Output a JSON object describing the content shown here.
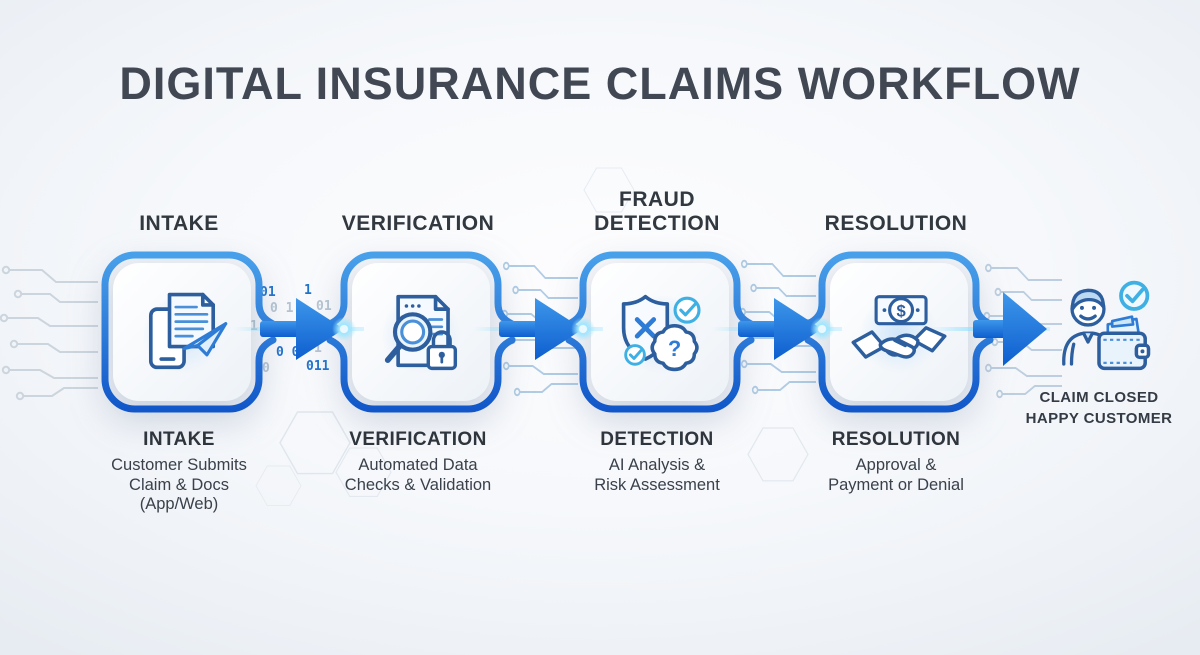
{
  "title": "DIGITAL INSURANCE CLAIMS WORKFLOW",
  "stages": [
    {
      "top_label": "INTAKE",
      "card_title": "INTAKE",
      "description": "Customer Submits\nClaim & Docs\n(App/Web)",
      "icon": "phone-document-send-icon"
    },
    {
      "top_label": "VERIFICATION",
      "card_title": "VERIFICATION",
      "description": "Automated Data\nChecks & Validation",
      "icon": "document-magnifier-lock-icon"
    },
    {
      "top_label": "FRAUD\nDETECTION",
      "card_title": "DETECTION",
      "description": "AI Analysis &\nRisk Assessment",
      "icon": "shield-x-brain-icon"
    },
    {
      "top_label": "RESOLUTION",
      "card_title": "RESOLUTION",
      "description": "Approval &\nPayment or Denial",
      "icon": "handshake-money-icon"
    }
  ],
  "outcome": {
    "label": "CLAIM CLOSED\nHAPPY CUSTOMER",
    "icon": "happy-customer-wallet-icon"
  },
  "icon_glyphs": {
    "brain_question": "?",
    "dollar_sign": "$"
  },
  "decor": {
    "binary": [
      "01",
      "1",
      "0 1",
      "01",
      "1 0",
      "(01",
      "0 0",
      "1",
      "011",
      "0"
    ]
  },
  "colors": {
    "box_border_blue": "#1c67d2",
    "arrow_blue": "#1e78d8",
    "glow_cyan": "#7fdcff",
    "title_text": "#414853",
    "body_text": "#3a414b",
    "icon_navy": "#2d5e9e",
    "icon_mid_blue": "#2e7cd6",
    "check_cyan": "#3fb0e4"
  }
}
